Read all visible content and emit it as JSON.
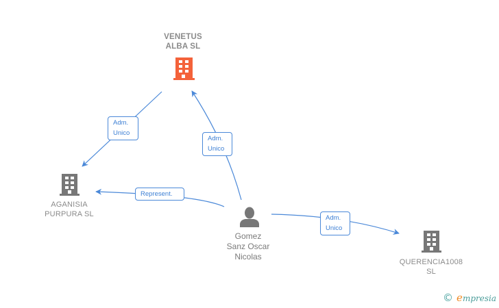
{
  "nodes": {
    "venetus": {
      "type": "company",
      "label": "VENETUS\nALBA  SL",
      "highlighted": true,
      "icon": "building-icon",
      "color": "#f4623a"
    },
    "aganisia": {
      "type": "company",
      "label": "AGANISIA\nPURPURA  SL",
      "highlighted": false,
      "icon": "building-icon",
      "color": "#777777"
    },
    "querencia": {
      "type": "company",
      "label": "QUERENCIA1008\nSL",
      "highlighted": false,
      "icon": "building-icon",
      "color": "#777777"
    },
    "gomez": {
      "type": "person",
      "label": "Gomez\nSanz Oscar\nNicolas",
      "icon": "person-icon",
      "color": "#777777"
    }
  },
  "edges": [
    {
      "from": "venetus",
      "to": "aganisia",
      "label": "Adm.\nUnico"
    },
    {
      "from": "gomez",
      "to": "venetus",
      "label": "Adm.\nUnico"
    },
    {
      "from": "gomez",
      "to": "aganisia",
      "label": "Represent."
    },
    {
      "from": "gomez",
      "to": "querencia",
      "label": "Adm.\nUnico"
    }
  ],
  "edge_color": "#4a88d8",
  "footer": {
    "copyright_symbol": "©",
    "brand_first": "e",
    "brand_rest": "mpresia"
  }
}
